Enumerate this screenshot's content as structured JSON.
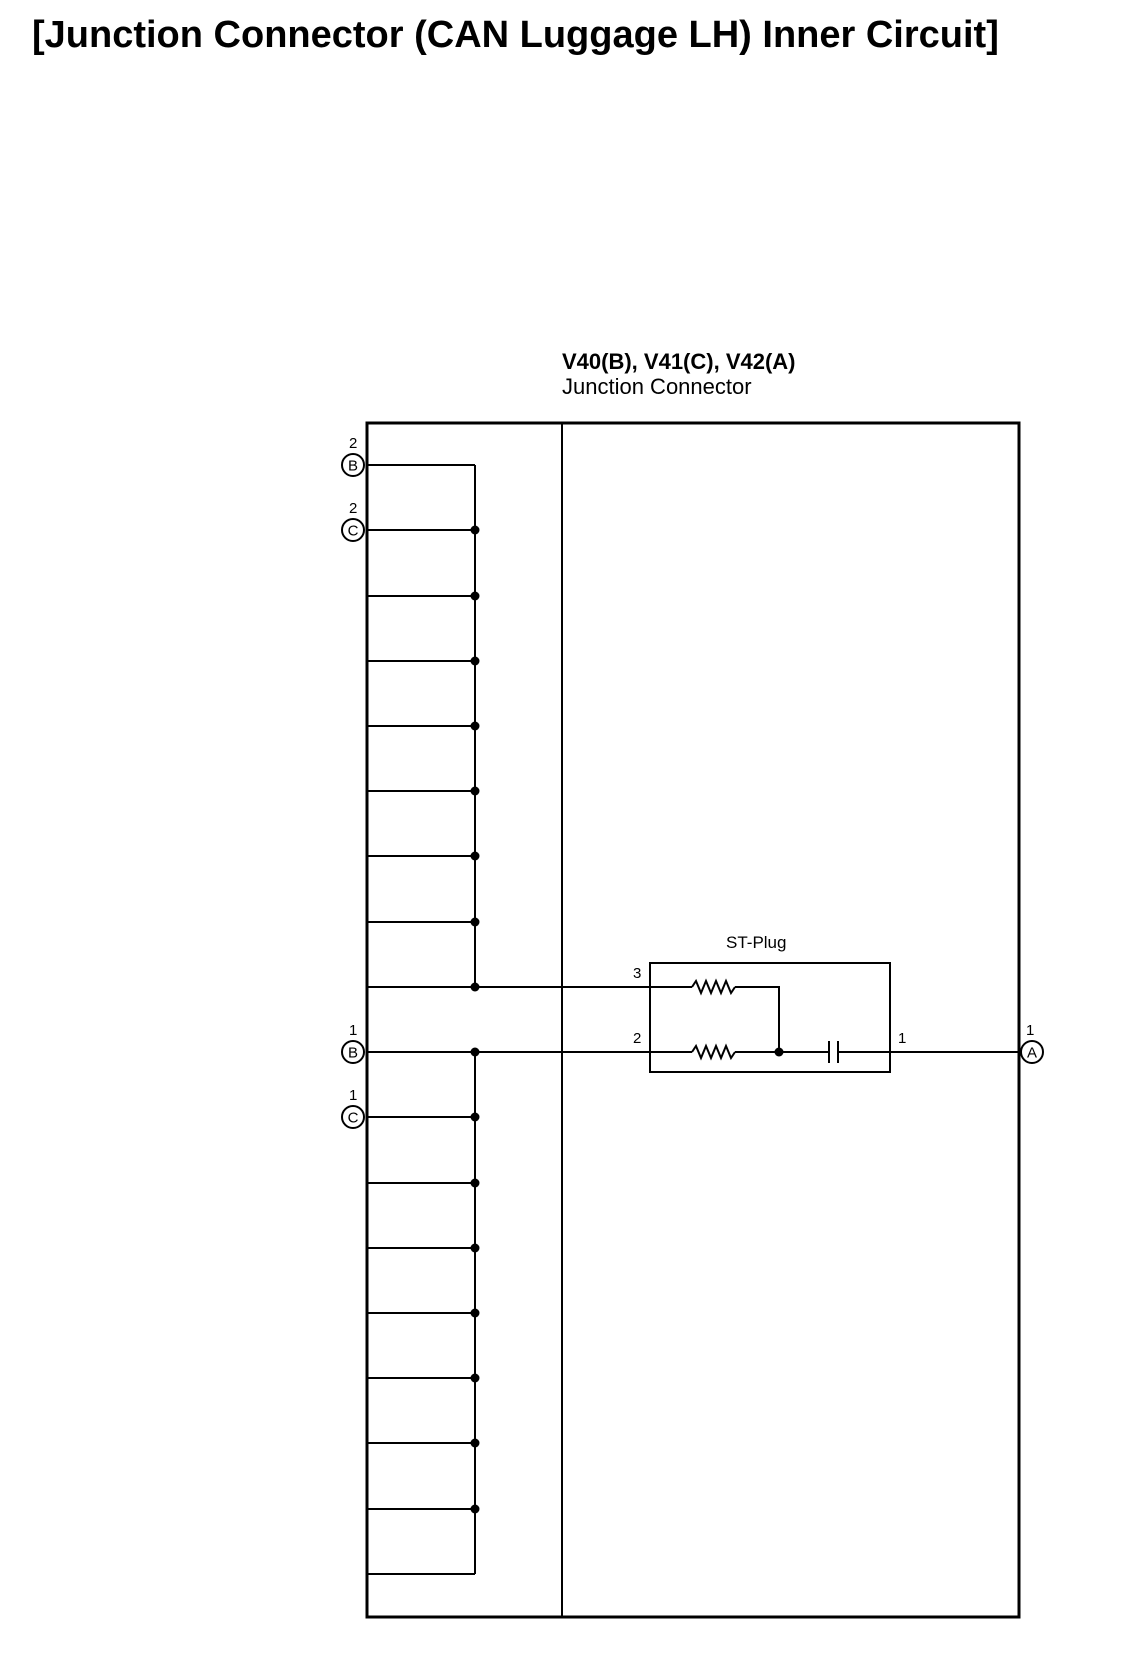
{
  "title": "[Junction Connector (CAN Luggage LH) Inner Circuit]",
  "connector": {
    "code": "V40(B), V41(C), V42(A)",
    "name": "Junction Connector"
  },
  "st_plug": {
    "label": "ST-Plug",
    "pins": {
      "p3": "3",
      "p2": "2",
      "p1": "1"
    }
  },
  "terminals": {
    "b2": {
      "pin": "2",
      "letter": "B"
    },
    "c2": {
      "pin": "2",
      "letter": "C"
    },
    "b1": {
      "pin": "1",
      "letter": "B"
    },
    "c1": {
      "pin": "1",
      "letter": "C"
    },
    "a1": {
      "pin": "1",
      "letter": "A"
    }
  },
  "colors": {
    "line": "#000000",
    "background": "#ffffff"
  }
}
